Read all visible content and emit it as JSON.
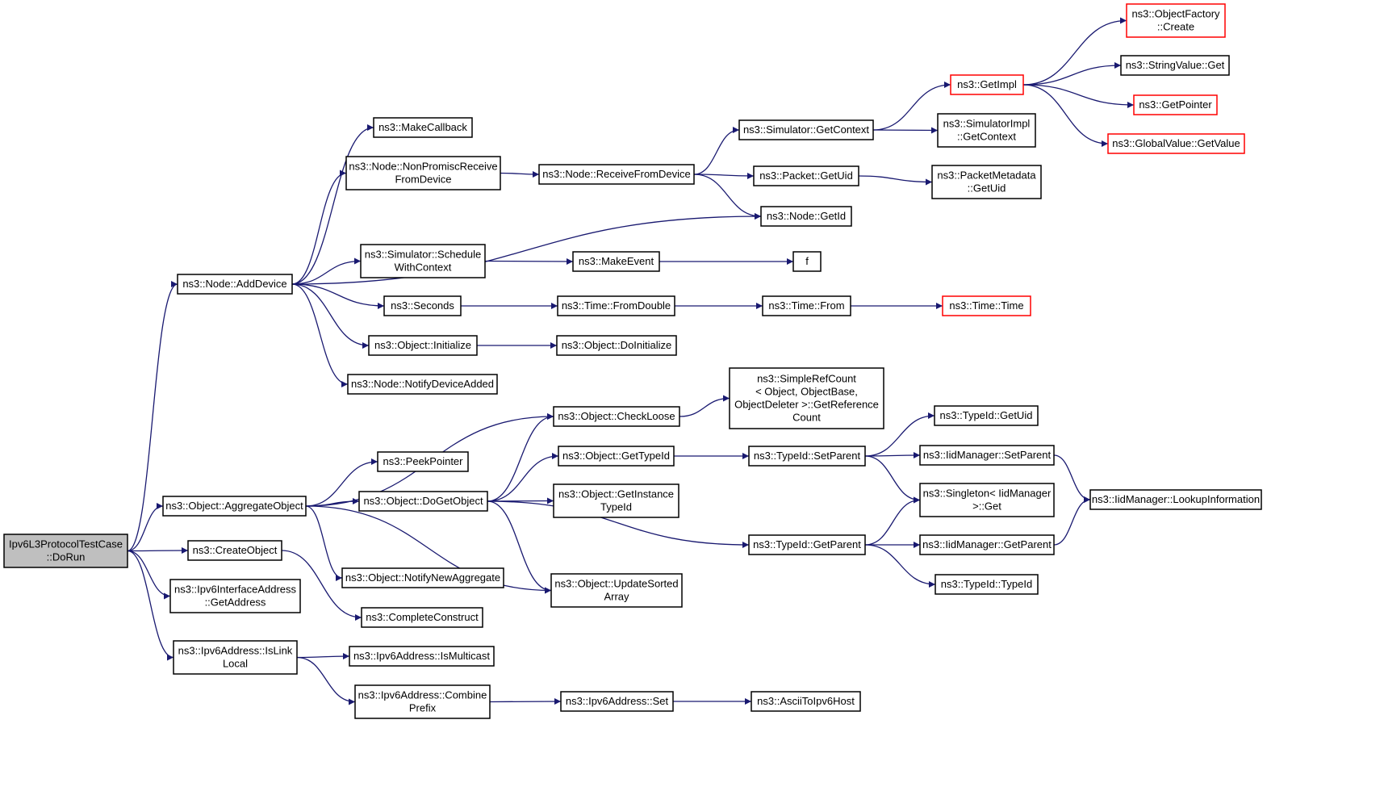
{
  "diagram": {
    "colors": {
      "edge": "#191970",
      "root_fill": "#bfbfbf",
      "truncated_border": "#ff0000",
      "node_border": "#000000"
    },
    "nodes": [
      {
        "id": "root",
        "lines": [
          "Ipv6L3ProtocolTestCase",
          "::DoRun"
        ],
        "style": "root"
      },
      {
        "id": "addDevice",
        "lines": [
          "ns3::Node::AddDevice"
        ]
      },
      {
        "id": "makeCallback",
        "lines": [
          "ns3::MakeCallback"
        ]
      },
      {
        "id": "nonPromisc",
        "lines": [
          "ns3::Node::NonPromiscReceive",
          "FromDevice"
        ]
      },
      {
        "id": "receiveFromDevice",
        "lines": [
          "ns3::Node::ReceiveFromDevice"
        ]
      },
      {
        "id": "getContext",
        "lines": [
          "ns3::Simulator::GetContext"
        ]
      },
      {
        "id": "getImpl",
        "lines": [
          "ns3::GetImpl"
        ],
        "style": "truncated"
      },
      {
        "id": "objFactoryCreate",
        "lines": [
          "ns3::ObjectFactory",
          "::Create"
        ],
        "style": "truncated"
      },
      {
        "id": "stringValueGet",
        "lines": [
          "ns3::StringValue::Get"
        ]
      },
      {
        "id": "getPointer",
        "lines": [
          "ns3::GetPointer"
        ],
        "style": "truncated"
      },
      {
        "id": "globalValueGet",
        "lines": [
          "ns3::GlobalValue::GetValue"
        ],
        "style": "truncated"
      },
      {
        "id": "simImplGetContext",
        "lines": [
          "ns3::SimulatorImpl",
          "::GetContext"
        ]
      },
      {
        "id": "packetGetUid",
        "lines": [
          "ns3::Packet::GetUid"
        ]
      },
      {
        "id": "packetMetaGetUid",
        "lines": [
          "ns3::PacketMetadata",
          "::GetUid"
        ]
      },
      {
        "id": "nodeGetId",
        "lines": [
          "ns3::Node::GetId"
        ]
      },
      {
        "id": "scheduleWithContext",
        "lines": [
          "ns3::Simulator::Schedule",
          "WithContext"
        ]
      },
      {
        "id": "makeEvent",
        "lines": [
          "ns3::MakeEvent"
        ]
      },
      {
        "id": "f",
        "lines": [
          "f"
        ]
      },
      {
        "id": "seconds",
        "lines": [
          "ns3::Seconds"
        ]
      },
      {
        "id": "timeFromDouble",
        "lines": [
          "ns3::Time::FromDouble"
        ]
      },
      {
        "id": "timeFrom",
        "lines": [
          "ns3::Time::From"
        ]
      },
      {
        "id": "timeTime",
        "lines": [
          "ns3::Time::Time"
        ],
        "style": "truncated"
      },
      {
        "id": "objInitialize",
        "lines": [
          "ns3::Object::Initialize"
        ]
      },
      {
        "id": "objDoInitialize",
        "lines": [
          "ns3::Object::DoInitialize"
        ]
      },
      {
        "id": "notifyDeviceAdded",
        "lines": [
          "ns3::Node::NotifyDeviceAdded"
        ]
      },
      {
        "id": "aggregateObject",
        "lines": [
          "ns3::Object::AggregateObject"
        ]
      },
      {
        "id": "checkLoose",
        "lines": [
          "ns3::Object::CheckLoose"
        ]
      },
      {
        "id": "simpleRefCount",
        "lines": [
          "ns3::SimpleRefCount",
          "< Object, ObjectBase,",
          "ObjectDeleter >::GetReference",
          "Count"
        ]
      },
      {
        "id": "peekPointer",
        "lines": [
          "ns3::PeekPointer"
        ]
      },
      {
        "id": "doGetObject",
        "lines": [
          "ns3::Object::DoGetObject"
        ]
      },
      {
        "id": "objGetTypeId",
        "lines": [
          "ns3::Object::GetTypeId"
        ]
      },
      {
        "id": "typeIdSetParent",
        "lines": [
          "ns3::TypeId::SetParent"
        ]
      },
      {
        "id": "typeIdGetUid",
        "lines": [
          "ns3::TypeId::GetUid"
        ]
      },
      {
        "id": "iidSetParent",
        "lines": [
          "ns3::IidManager::SetParent"
        ]
      },
      {
        "id": "iidLookup",
        "lines": [
          "ns3::IidManager::LookupInformation"
        ]
      },
      {
        "id": "singletonGet",
        "lines": [
          "ns3::Singleton< IidManager",
          ">::Get"
        ]
      },
      {
        "id": "getInstanceTypeId",
        "lines": [
          "ns3::Object::GetInstance",
          "TypeId"
        ]
      },
      {
        "id": "typeIdGetParent",
        "lines": [
          "ns3::TypeId::GetParent"
        ]
      },
      {
        "id": "iidGetParent",
        "lines": [
          "ns3::IidManager::GetParent"
        ]
      },
      {
        "id": "typeIdTypeId",
        "lines": [
          "ns3::TypeId::TypeId"
        ]
      },
      {
        "id": "notifyNewAggregate",
        "lines": [
          "ns3::Object::NotifyNewAggregate"
        ]
      },
      {
        "id": "updateSortedArray",
        "lines": [
          "ns3::Object::UpdateSorted",
          "Array"
        ]
      },
      {
        "id": "createObject",
        "lines": [
          "ns3::CreateObject"
        ]
      },
      {
        "id": "completeConstruct",
        "lines": [
          "ns3::CompleteConstruct"
        ]
      },
      {
        "id": "ifaceGetAddress",
        "lines": [
          "ns3::Ipv6InterfaceAddress",
          "::GetAddress"
        ]
      },
      {
        "id": "isLinkLocal",
        "lines": [
          "ns3::Ipv6Address::IsLink",
          "Local"
        ]
      },
      {
        "id": "isMulticast",
        "lines": [
          "ns3::Ipv6Address::IsMulticast"
        ]
      },
      {
        "id": "combinePrefix",
        "lines": [
          "ns3::Ipv6Address::Combine",
          "Prefix"
        ]
      },
      {
        "id": "ipv6Set",
        "lines": [
          "ns3::Ipv6Address::Set"
        ]
      },
      {
        "id": "asciiToIpv6Host",
        "lines": [
          "ns3::AsciiToIpv6Host"
        ]
      }
    ],
    "edges": [
      [
        "root",
        "addDevice"
      ],
      [
        "root",
        "aggregateObject"
      ],
      [
        "root",
        "createObject"
      ],
      [
        "root",
        "ifaceGetAddress"
      ],
      [
        "root",
        "isLinkLocal"
      ],
      [
        "addDevice",
        "makeCallback"
      ],
      [
        "addDevice",
        "nonPromisc"
      ],
      [
        "addDevice",
        "nodeGetId"
      ],
      [
        "addDevice",
        "scheduleWithContext"
      ],
      [
        "addDevice",
        "seconds"
      ],
      [
        "addDevice",
        "objInitialize"
      ],
      [
        "addDevice",
        "notifyDeviceAdded"
      ],
      [
        "nonPromisc",
        "receiveFromDevice"
      ],
      [
        "receiveFromDevice",
        "getContext"
      ],
      [
        "receiveFromDevice",
        "packetGetUid"
      ],
      [
        "receiveFromDevice",
        "nodeGetId"
      ],
      [
        "getContext",
        "getImpl"
      ],
      [
        "getContext",
        "simImplGetContext"
      ],
      [
        "getImpl",
        "objFactoryCreate"
      ],
      [
        "getImpl",
        "stringValueGet"
      ],
      [
        "getImpl",
        "getPointer"
      ],
      [
        "getImpl",
        "globalValueGet"
      ],
      [
        "packetGetUid",
        "packetMetaGetUid"
      ],
      [
        "scheduleWithContext",
        "makeEvent"
      ],
      [
        "makeEvent",
        "f"
      ],
      [
        "seconds",
        "timeFromDouble"
      ],
      [
        "timeFromDouble",
        "timeFrom"
      ],
      [
        "timeFrom",
        "timeTime"
      ],
      [
        "objInitialize",
        "objDoInitialize"
      ],
      [
        "aggregateObject",
        "checkLoose"
      ],
      [
        "aggregateObject",
        "peekPointer"
      ],
      [
        "aggregateObject",
        "doGetObject"
      ],
      [
        "aggregateObject",
        "notifyNewAggregate"
      ],
      [
        "aggregateObject",
        "updateSortedArray"
      ],
      [
        "checkLoose",
        "simpleRefCount"
      ],
      [
        "doGetObject",
        "checkLoose"
      ],
      [
        "doGetObject",
        "objGetTypeId"
      ],
      [
        "doGetObject",
        "getInstanceTypeId"
      ],
      [
        "doGetObject",
        "typeIdGetParent"
      ],
      [
        "doGetObject",
        "updateSortedArray"
      ],
      [
        "objGetTypeId",
        "typeIdSetParent"
      ],
      [
        "typeIdSetParent",
        "typeIdGetUid"
      ],
      [
        "typeIdSetParent",
        "iidSetParent"
      ],
      [
        "typeIdSetParent",
        "singletonGet"
      ],
      [
        "iidSetParent",
        "iidLookup"
      ],
      [
        "typeIdGetParent",
        "singletonGet"
      ],
      [
        "typeIdGetParent",
        "iidGetParent"
      ],
      [
        "typeIdGetParent",
        "typeIdTypeId"
      ],
      [
        "iidGetParent",
        "iidLookup"
      ],
      [
        "createObject",
        "completeConstruct"
      ],
      [
        "isLinkLocal",
        "isMulticast"
      ],
      [
        "isLinkLocal",
        "combinePrefix"
      ],
      [
        "combinePrefix",
        "ipv6Set"
      ],
      [
        "ipv6Set",
        "asciiToIpv6Host"
      ]
    ]
  }
}
